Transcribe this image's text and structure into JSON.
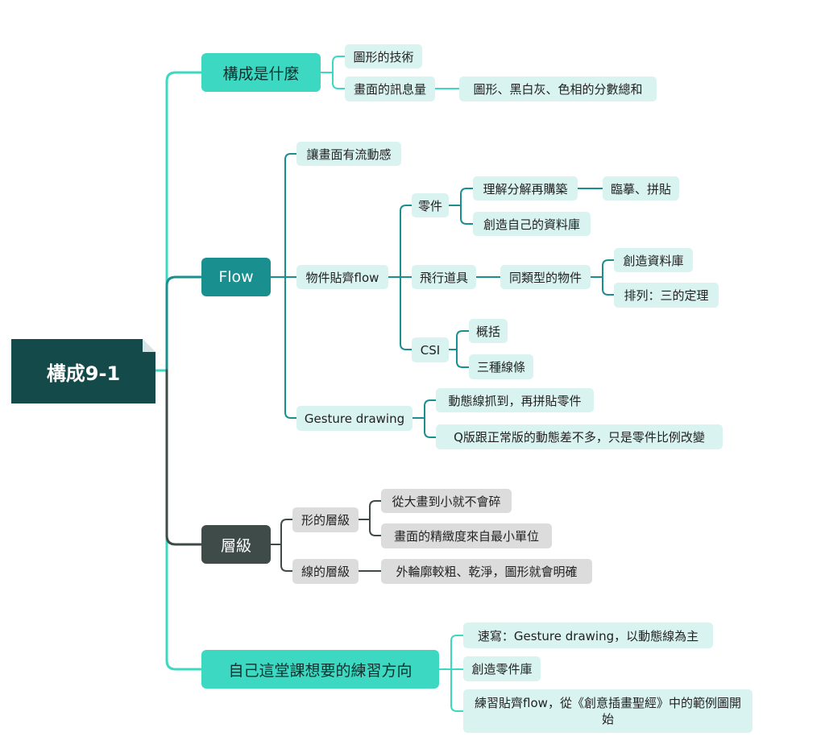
{
  "root": {
    "label": "構成9-1"
  },
  "colors": {
    "teal": "#3cd8c2",
    "dark_teal": "#1a8f8f",
    "dark_gray": "#3e4b48",
    "root": "#154a4a",
    "light_teal": "#d9f3f1",
    "light_gray": "#dcdcdc"
  },
  "branch1": {
    "label": "構成是什麼",
    "items": [
      "圖形的技術",
      "畫面的訊息量"
    ],
    "detail": "圖形、黑白灰、色相的分數總和"
  },
  "branch2": {
    "label": "Flow",
    "flow1": "讓畫面有流動感",
    "flow2": {
      "label": "物件貼齊flow",
      "parts": {
        "label": "零件",
        "a": "理解分解再購築",
        "a_detail": "臨摹、拼貼",
        "b": "創造自己的資料庫"
      },
      "props": {
        "label": "飛行道具",
        "same": "同類型的物件",
        "c1": "創造資料庫",
        "c2": "排列：三的定理"
      },
      "csi": {
        "label": "CSI",
        "c1": "概括",
        "c2": "三種線條"
      }
    },
    "gesture": {
      "label": "Gesture drawing",
      "g1": "動態線抓到，再拼貼零件",
      "g2": "Q版跟正常版的動態差不多，只是零件比例改變"
    }
  },
  "branch3": {
    "label": "層級",
    "shape": {
      "label": "形的層級",
      "s1": "從大畫到小就不會碎",
      "s2": "畫面的精緻度來自最小單位"
    },
    "line": {
      "label": "線的層級",
      "l1": "外輪廓較粗、乾淨，圖形就會明確"
    }
  },
  "branch4": {
    "label": "自己這堂課想要的練習方向",
    "p1": "速寫：Gesture drawing，以動態線為主",
    "p2": "創造零件庫",
    "p3": "練習貼齊flow，從《創意插畫聖經》中的範例圖開始"
  }
}
